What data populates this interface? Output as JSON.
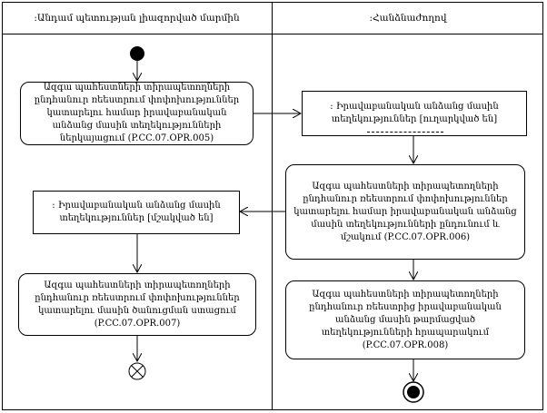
{
  "lanes": {
    "left_title": ":Անդամ պետության լիազորված մարմին",
    "right_title": ":Հանձնաժողով"
  },
  "nodes": {
    "op005": "Ազգա պահեստների տիրապետողների ընդհանուր ռեեստրում փոփոխություններ կատարելու համար իրավաբանական անձանց մասին տեղեկությունների ներկայացում (P.CC.07.OPR.005)",
    "obj_right": ": Իրավաբանական անձանց մասին տեղեկություններ [ուղարկված են]",
    "op006": "Ազգա պահեստների տիրապետողների ընդհանուր ռեեստրում փոփոխություններ կատարելու համար իրավաբանական անձանց մասին տեղեկությունների ընդունում և մշակում (P.CC.07.OPR.006)",
    "obj_left": ": Իրավաբանական անձանց մասին տեղեկություններ [մշակված են]",
    "op007": "Ազգա պահեստների տիրապետողների ընդհանուր ռեեստրում փոփոխություններ կատարելու մասին ծանուցման ստացում (P.CC.07.OPR.007)",
    "op008": "Ազգա պահեստների տիրապետողների ընդհանուր ռեեստրից իրավաբանական անձանց մասին թարմացված տեղեկությունների հրապարակում (P.CC.07.OPR.008)"
  }
}
